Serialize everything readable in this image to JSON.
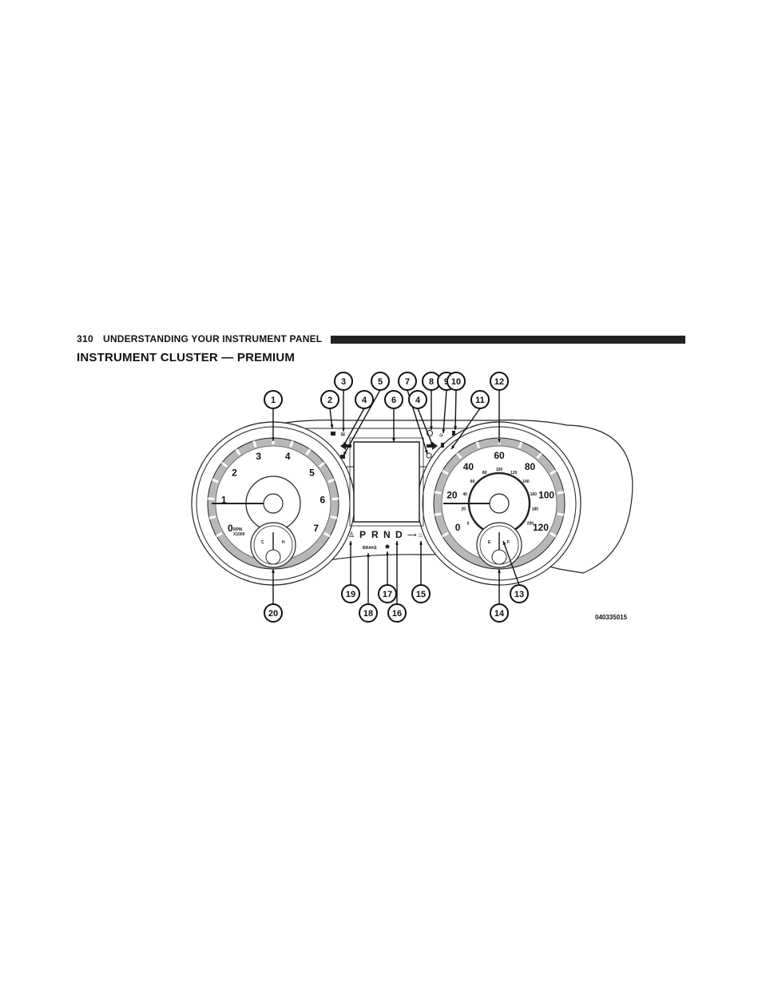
{
  "header": {
    "page_number": "310",
    "section_title": "UNDERSTANDING YOUR INSTRUMENT PANEL"
  },
  "title": "INSTRUMENT CLUSTER — PREMIUM",
  "figure": {
    "image_code": "040335015",
    "callouts": [
      "1",
      "2",
      "3",
      "4",
      "5",
      "6",
      "7",
      "4",
      "8",
      "9",
      "10",
      "11",
      "12",
      "13",
      "14",
      "15",
      "16",
      "17",
      "18",
      "19",
      "20"
    ],
    "tachometer": {
      "labels": [
        "0",
        "1",
        "2",
        "3",
        "4",
        "5",
        "6",
        "7"
      ],
      "unit": "RPM",
      "unit_sub": "X1000",
      "temp_labels": [
        "C",
        "H"
      ]
    },
    "speedometer": {
      "labels": [
        "0",
        "20",
        "40",
        "60",
        "80",
        "100",
        "120"
      ],
      "kmh_labels": [
        "0",
        "20",
        "40",
        "60",
        "80",
        "100",
        "120",
        "140",
        "160",
        "180",
        "200"
      ],
      "fuel_labels": [
        "E",
        "F"
      ]
    },
    "gear_selector": [
      "P",
      "R",
      "N",
      "D"
    ],
    "brake_label": "BRAKE"
  }
}
